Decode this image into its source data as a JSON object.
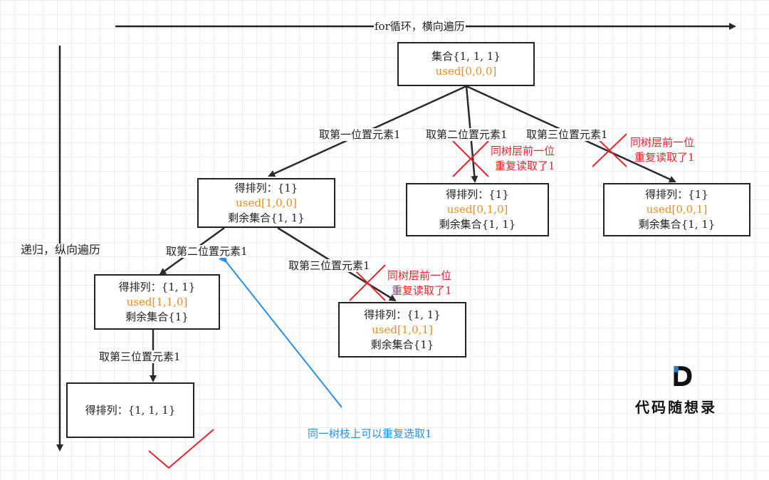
{
  "top_arrow_label": "for循环，横向遍历",
  "left_arrow_label": "递归，纵向遍历",
  "nodes": {
    "root": {
      "l1": "集合{1, 1, 1}",
      "used": "used[0,0,0]"
    },
    "n1": {
      "l1": "得排列：{1}",
      "used": "used[1,0,0]",
      "l3": "剩余集合{1, 1}"
    },
    "n2": {
      "l1": "得排列：{1}",
      "used": "used[0,1,0]",
      "l3": "剩余集合{1, 1}"
    },
    "n3": {
      "l1": "得排列：{1}",
      "used": "used[0,0,1]",
      "l3": "剩余集合{1, 1}"
    },
    "n11": {
      "l1": "得排列：{1, 1}",
      "used": "used[1,1,0]",
      "l3": "剩余集合{1}"
    },
    "n12": {
      "l1": "得排列：{1, 1}",
      "used": "used[1,0,1]",
      "l3": "剩余集合{1}"
    },
    "n111": {
      "l1": "得排列：{1, 1, 1}"
    }
  },
  "edge_labels": {
    "take1": "取第一位置元素1",
    "take2": "取第二位置元素1",
    "take3": "取第三位置元素1",
    "l2_take2": "取第二位置元素1",
    "l2_take3": "取第三位置元素1",
    "l3_take3": "取第三位置元素1"
  },
  "prune_notes": {
    "a_line1": "同树层前一位",
    "a_line2": "重复读取了1",
    "b_line1": "同树层前一位",
    "b_line2": "重复读取了1",
    "c_line1": "同树层前一位",
    "c_line2": "重复读取了1"
  },
  "blue_note": "同一树枝上可以重复选取1",
  "logo_text": "代码随想录",
  "colors": {
    "used": "#f08a1c",
    "prune": "#e5262e",
    "note": "#2b8fe8",
    "line": "#2a2a2a"
  }
}
